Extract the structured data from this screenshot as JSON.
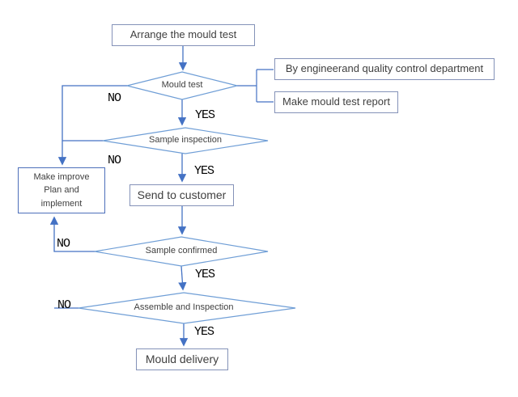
{
  "flowchart": {
    "type": "flowchart",
    "background": "#ffffff",
    "colors": {
      "connector": "#4472c4",
      "decision_border": "#6f9ed6",
      "process_border": "#8492b8",
      "improve_border": "#4d6fba",
      "node_text": "#3f3f3f",
      "edge_label_text": "#000000"
    },
    "nodes": {
      "arrange_mould_test": {
        "type": "process",
        "label": "Arrange the mould test"
      },
      "mould_test": {
        "type": "decision",
        "label": "Mould test"
      },
      "by_engineer": {
        "type": "process",
        "label": "By engineerand quality control department"
      },
      "mould_test_report": {
        "type": "process",
        "label": "Make mould test report"
      },
      "sample_inspection": {
        "type": "decision",
        "label": "Sample inspection"
      },
      "make_improve": {
        "type": "process",
        "label": "Make improve\nPlan and\nimplement"
      },
      "send_to_customer": {
        "type": "process",
        "label": "Send to customer"
      },
      "sample_confirmed": {
        "type": "decision",
        "label": "Sample confirmed"
      },
      "assemble_inspection": {
        "type": "decision",
        "label": "Assemble and Inspection"
      },
      "mould_delivery": {
        "type": "process",
        "label": "Mould delivery"
      }
    },
    "edge_labels": {
      "mould_test_no": "NO",
      "mould_test_yes": "YES",
      "sample_inspection_no": "NO",
      "sample_inspection_yes": "YES",
      "sample_confirmed_no": "NO",
      "sample_confirmed_yes": "YES",
      "assemble_no": "NO",
      "assemble_yes": "YES"
    }
  }
}
